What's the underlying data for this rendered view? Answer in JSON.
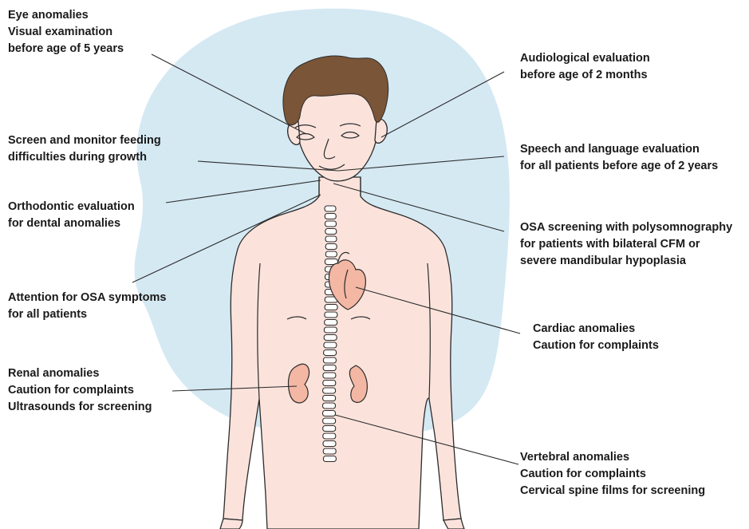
{
  "colors": {
    "background_blob": "#d5e9f3",
    "skin": "#fbe3dc",
    "hair": "#7a5537",
    "organ": "#f3b7a4",
    "outline": "#2b2b2b",
    "text": "#1a1a1a"
  },
  "annotations": {
    "eye": [
      "Eye anomalies",
      "Visual examination",
      "before age of 5 years"
    ],
    "feeding": [
      "Screen and monitor feeding",
      "difficulties during growth"
    ],
    "orthodontic": [
      "Orthodontic evaluation",
      "for dental anomalies"
    ],
    "osa_symptoms": [
      "Attention for OSA symptoms",
      "for all patients"
    ],
    "renal": [
      "Renal anomalies",
      "Caution for complaints",
      "Ultrasounds for screening"
    ],
    "audiological": [
      "Audiological evaluation",
      "before age of 2 months"
    ],
    "speech": [
      "Speech and language evaluation",
      "for all patients before age of 2 years"
    ],
    "osa_screening": [
      "OSA screening with polysomnography",
      "for patients with bilateral CFM or",
      "severe mandibular hypoplasia"
    ],
    "cardiac": [
      "Cardiac anomalies",
      "Caution for complaints"
    ],
    "vertebral": [
      "Vertebral anomalies",
      "Caution for complaints",
      "Cervical spine films for screening"
    ]
  }
}
